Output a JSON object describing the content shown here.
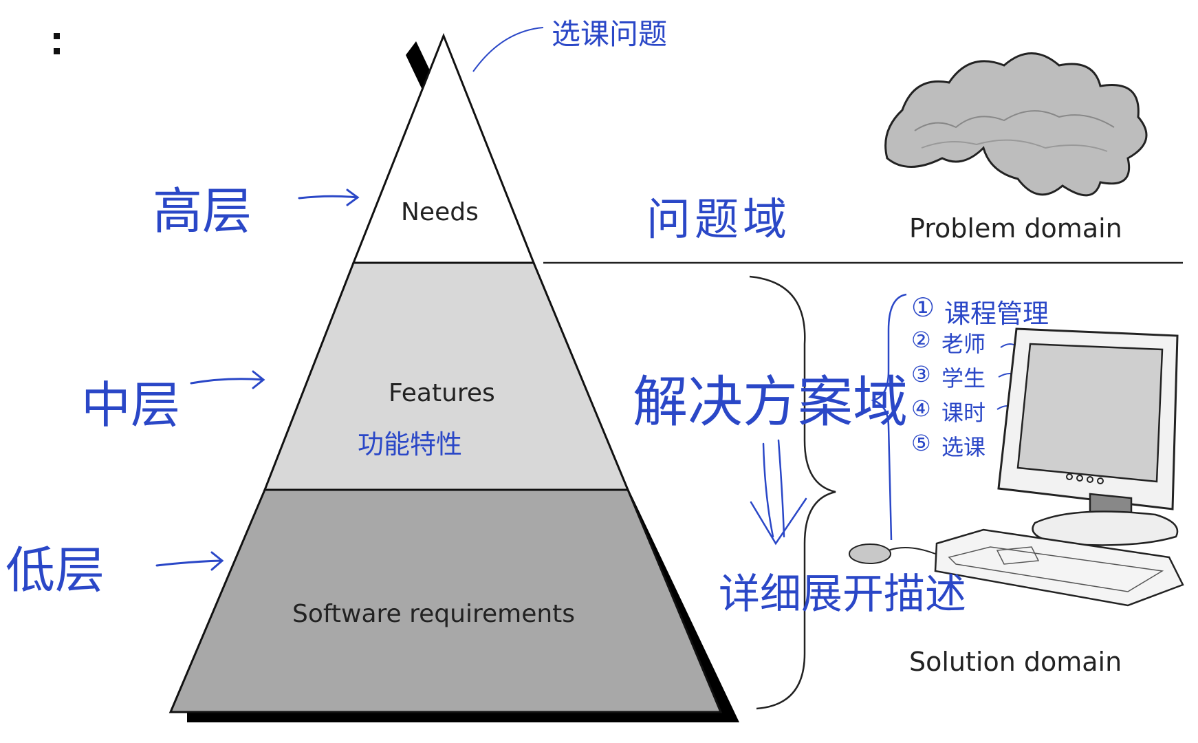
{
  "colors": {
    "ink": "#2a47c7",
    "needs_fill": "#ffffff",
    "features_fill": "#d8d8d8",
    "requirements_fill": "#a8a8a8",
    "outline": "#111111"
  },
  "pyramid": {
    "needs": "Needs",
    "features": "Features",
    "requirements": "Software requirements",
    "features_note": "功能特性"
  },
  "levels": {
    "high": "高层",
    "mid": "中层",
    "low": "低层"
  },
  "top_note": "选课问题",
  "domains": {
    "problem_cn": "问题域",
    "problem_en": "Problem domain",
    "solution_cn": "解决方案域",
    "solution_en": "Solution domain",
    "expand_note": "详细展开描述"
  },
  "modules": [
    {
      "num": "①",
      "name": "课程管理"
    },
    {
      "num": "②",
      "name": "老师"
    },
    {
      "num": "③",
      "name": "学生"
    },
    {
      "num": "④",
      "name": "课时"
    },
    {
      "num": "⑤",
      "name": "选课"
    }
  ],
  "icons": {
    "corner": "colon-mark-icon",
    "cloud": "problem-cloud-icon",
    "computer": "computer-icon"
  }
}
